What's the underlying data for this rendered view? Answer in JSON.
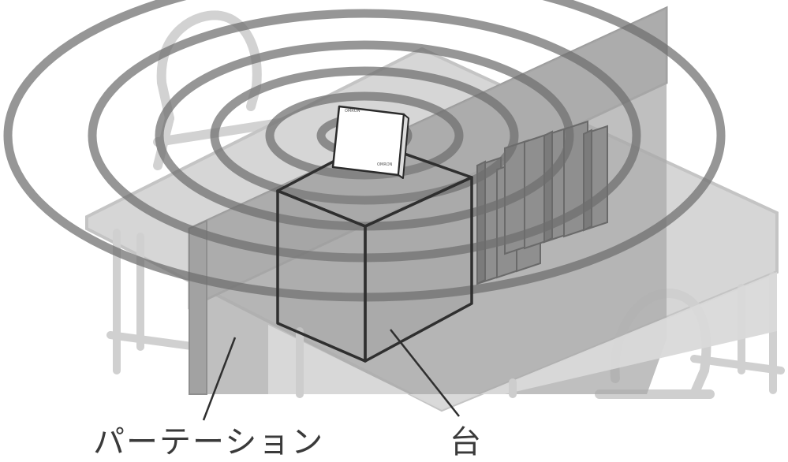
{
  "labels": {
    "partition": "パーテーション",
    "stand": "台"
  },
  "device": {
    "brand_text": "OMRON"
  },
  "colors": {
    "wave_rings": "#6e6e6e",
    "furniture": "#c8c8c8",
    "partition": "#a9a9a9",
    "outline": "#333333"
  }
}
